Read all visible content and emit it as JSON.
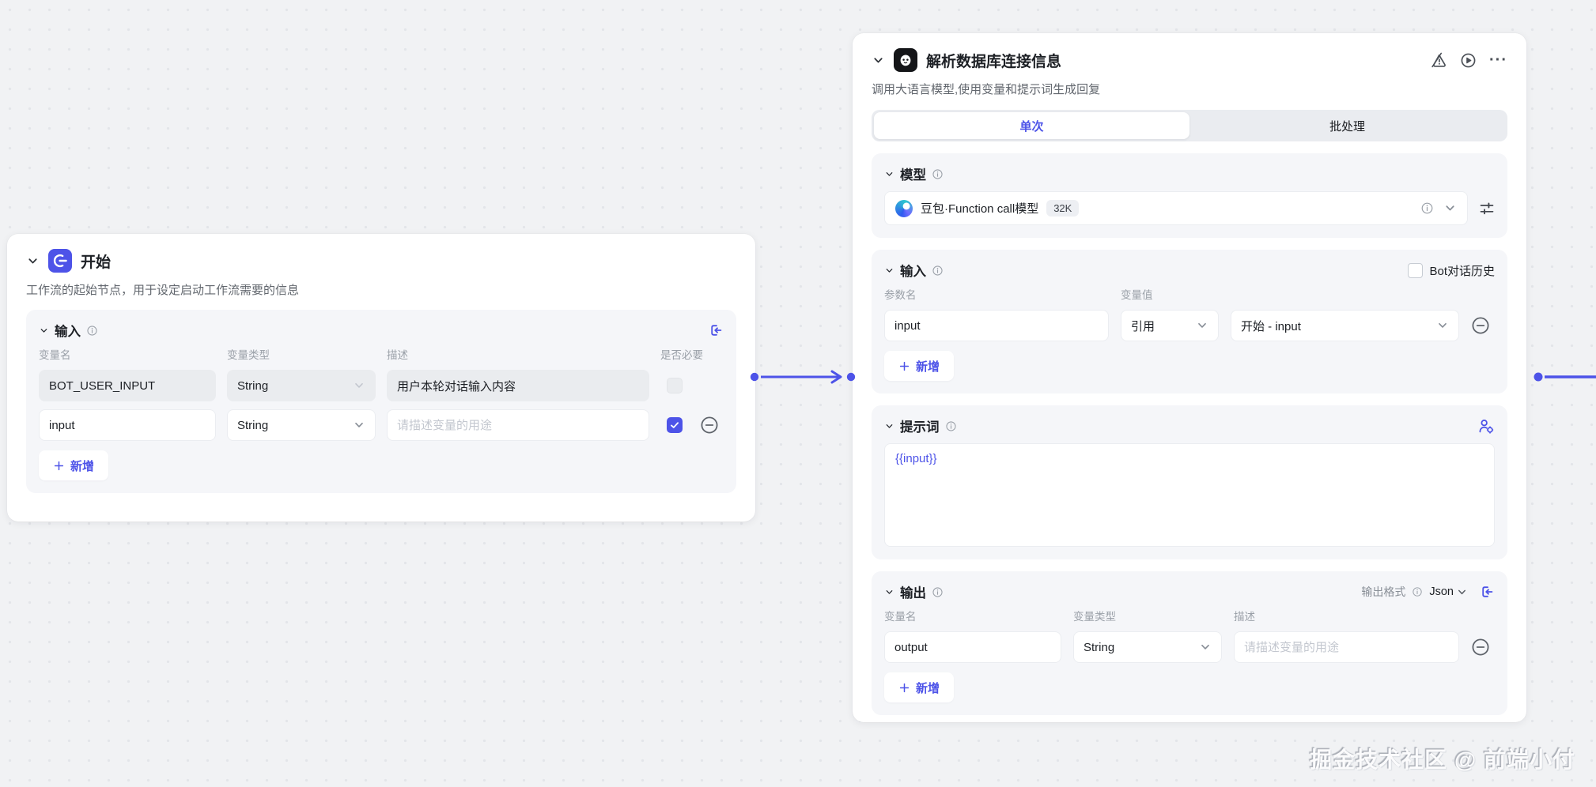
{
  "watermark": "掘金技术社区 @ 前端小付",
  "colors": {
    "accent": "#4d53e8",
    "canvas_bg": "#f1f2f4",
    "panel_bg": "#f5f6f9",
    "start_icon_bg": "#4d53e8",
    "bot_icon_bg": "#141518"
  },
  "start_node": {
    "title": "开始",
    "description": "工作流的起始节点，用于设定启动工作流需要的信息",
    "inputs": {
      "title": "输入",
      "col_name": "变量名",
      "col_type": "变量类型",
      "col_desc": "描述",
      "col_required": "是否必要",
      "rows": [
        {
          "name": "BOT_USER_INPUT",
          "type": "String",
          "desc": "用户本轮对话输入内容",
          "required": false,
          "disabled": true
        },
        {
          "name": "input",
          "type": "String",
          "desc_placeholder": "请描述变量的用途",
          "required": true,
          "disabled": false
        }
      ],
      "add_label": "新增"
    }
  },
  "llm_node": {
    "title": "解析数据库连接信息",
    "description": "调用大语言模型,使用变量和提示词生成回复",
    "tabs": {
      "single": "单次",
      "batch": "批处理",
      "active": "单次"
    },
    "model": {
      "title": "模型",
      "name": "豆包·Function call模型",
      "context_badge": "32K"
    },
    "inputs": {
      "title": "输入",
      "history_label": "Bot对话历史",
      "col_param": "参数名",
      "col_value": "变量值",
      "row": {
        "param": "input",
        "source": "引用",
        "ref": "开始 - input"
      },
      "add_label": "新增"
    },
    "prompt": {
      "title": "提示词",
      "content": "{{input}}"
    },
    "output": {
      "title": "输出",
      "format_label": "输出格式",
      "format_value": "Json",
      "col_name": "变量名",
      "col_type": "变量类型",
      "col_desc": "描述",
      "row": {
        "name": "output",
        "type": "String",
        "desc_placeholder": "请描述变量的用途"
      },
      "add_label": "新增"
    }
  }
}
